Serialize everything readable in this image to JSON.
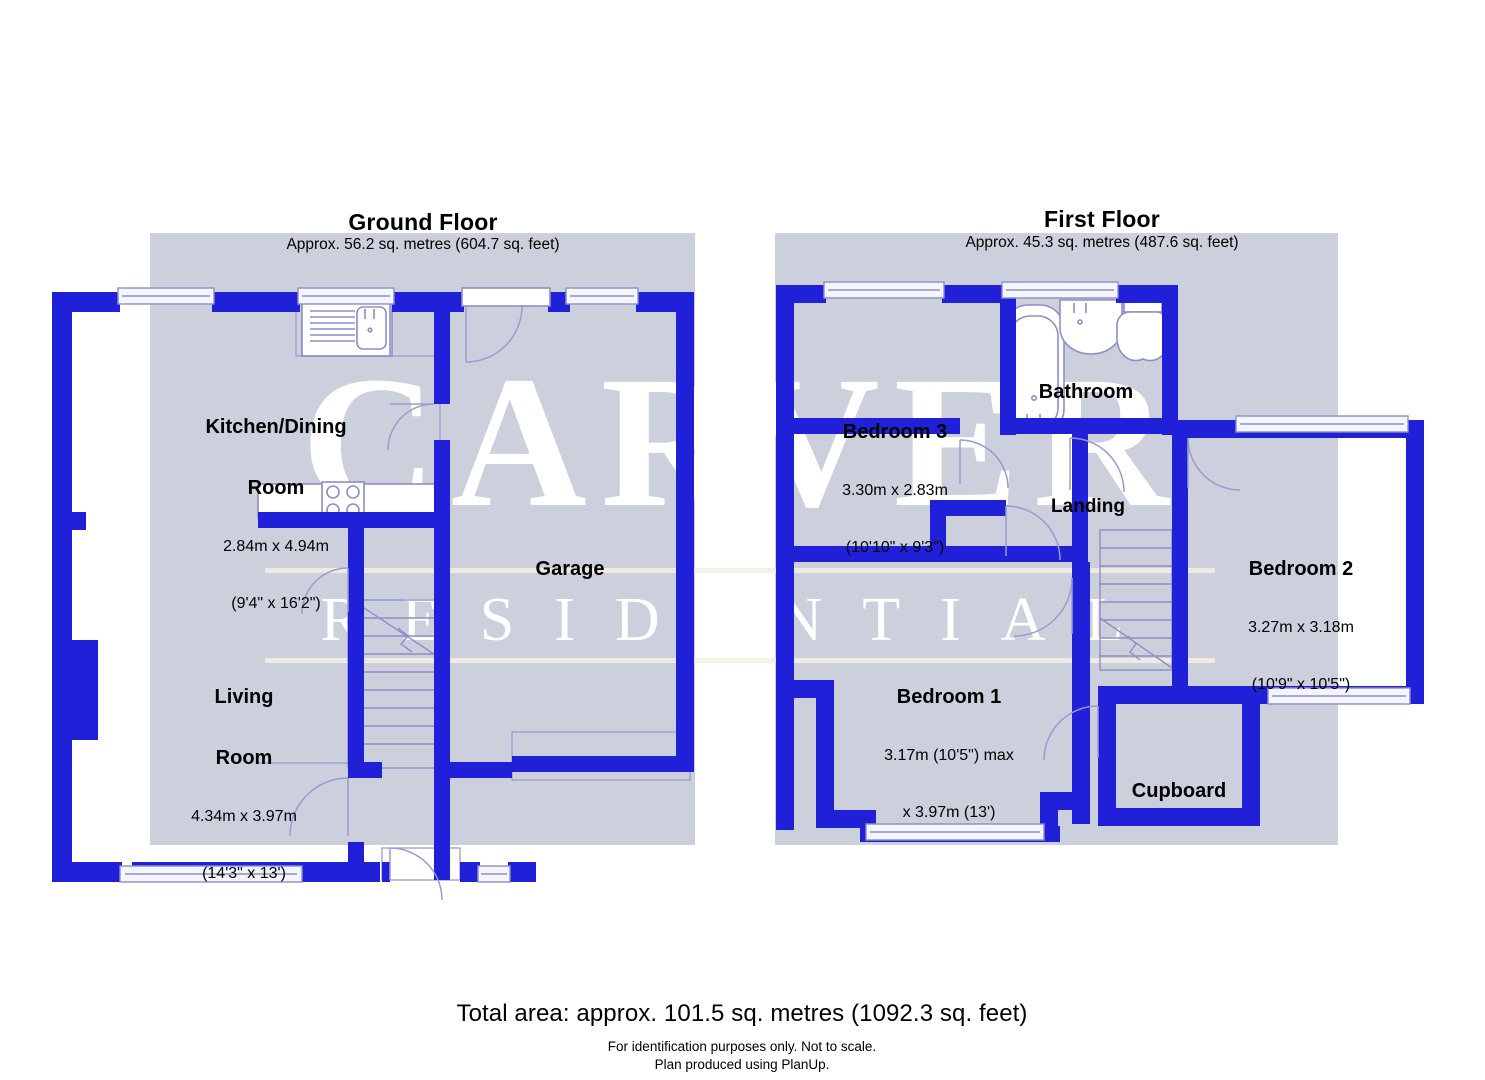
{
  "document": {
    "type": "floor-plan",
    "watermark": {
      "line1": "CARVER",
      "line2": "RESIDENTIAL"
    },
    "colors": {
      "wall": "#2020d8",
      "fixture_stroke": "#8e8ec8",
      "floor_tint": "#ccd0dc",
      "text": "#000000",
      "watermark": "#ffffff",
      "background": "#ffffff"
    }
  },
  "floors": [
    {
      "id": "ground-floor",
      "title": "Ground Floor",
      "area": "Approx. 56.2 sq. metres (604.7 sq. feet)",
      "rooms": [
        {
          "id": "kitchen-dining-room",
          "name_line1": "Kitchen/Dining",
          "name_line2": "Room",
          "dims_metric": "2.84m x 4.94m",
          "dims_imperial": "(9'4\" x 16'2\")"
        },
        {
          "id": "living-room",
          "name_line1": "Living",
          "name_line2": "Room",
          "dims_metric": "4.34m x 3.97m",
          "dims_imperial": "(14'3\" x 13')"
        },
        {
          "id": "garage",
          "name_line1": "Garage",
          "name_line2": "",
          "dims_metric": "",
          "dims_imperial": ""
        }
      ]
    },
    {
      "id": "first-floor",
      "title": "First Floor",
      "area": "Approx. 45.3 sq. metres (487.6 sq. feet)",
      "rooms": [
        {
          "id": "bedroom-3",
          "name_line1": "Bedroom 3",
          "name_line2": "",
          "dims_metric": "3.30m x 2.83m",
          "dims_imperial": "(10'10\" x 9'3\")"
        },
        {
          "id": "bathroom",
          "name_line1": "Bathroom",
          "name_line2": "",
          "dims_metric": "",
          "dims_imperial": ""
        },
        {
          "id": "landing",
          "name_line1": "Landing",
          "name_line2": "",
          "dims_metric": "",
          "dims_imperial": ""
        },
        {
          "id": "bedroom-2",
          "name_line1": "Bedroom 2",
          "name_line2": "",
          "dims_metric": "3.27m x 3.18m",
          "dims_imperial": "(10'9\" x 10'5\")"
        },
        {
          "id": "bedroom-1",
          "name_line1": "Bedroom 1",
          "name_line2": "",
          "dims_metric": "3.17m (10'5\") max",
          "dims_imperial": "x 3.97m (13')"
        },
        {
          "id": "cupboard",
          "name_line1": "Cupboard",
          "name_line2": "",
          "dims_metric": "",
          "dims_imperial": ""
        }
      ]
    }
  ],
  "footer": {
    "total_area": "Total area: approx. 101.5 sq. metres (1092.3 sq. feet)",
    "disclaimer_line1": "For identification purposes only. Not to scale.",
    "disclaimer_line2": "Plan produced using PlanUp."
  }
}
